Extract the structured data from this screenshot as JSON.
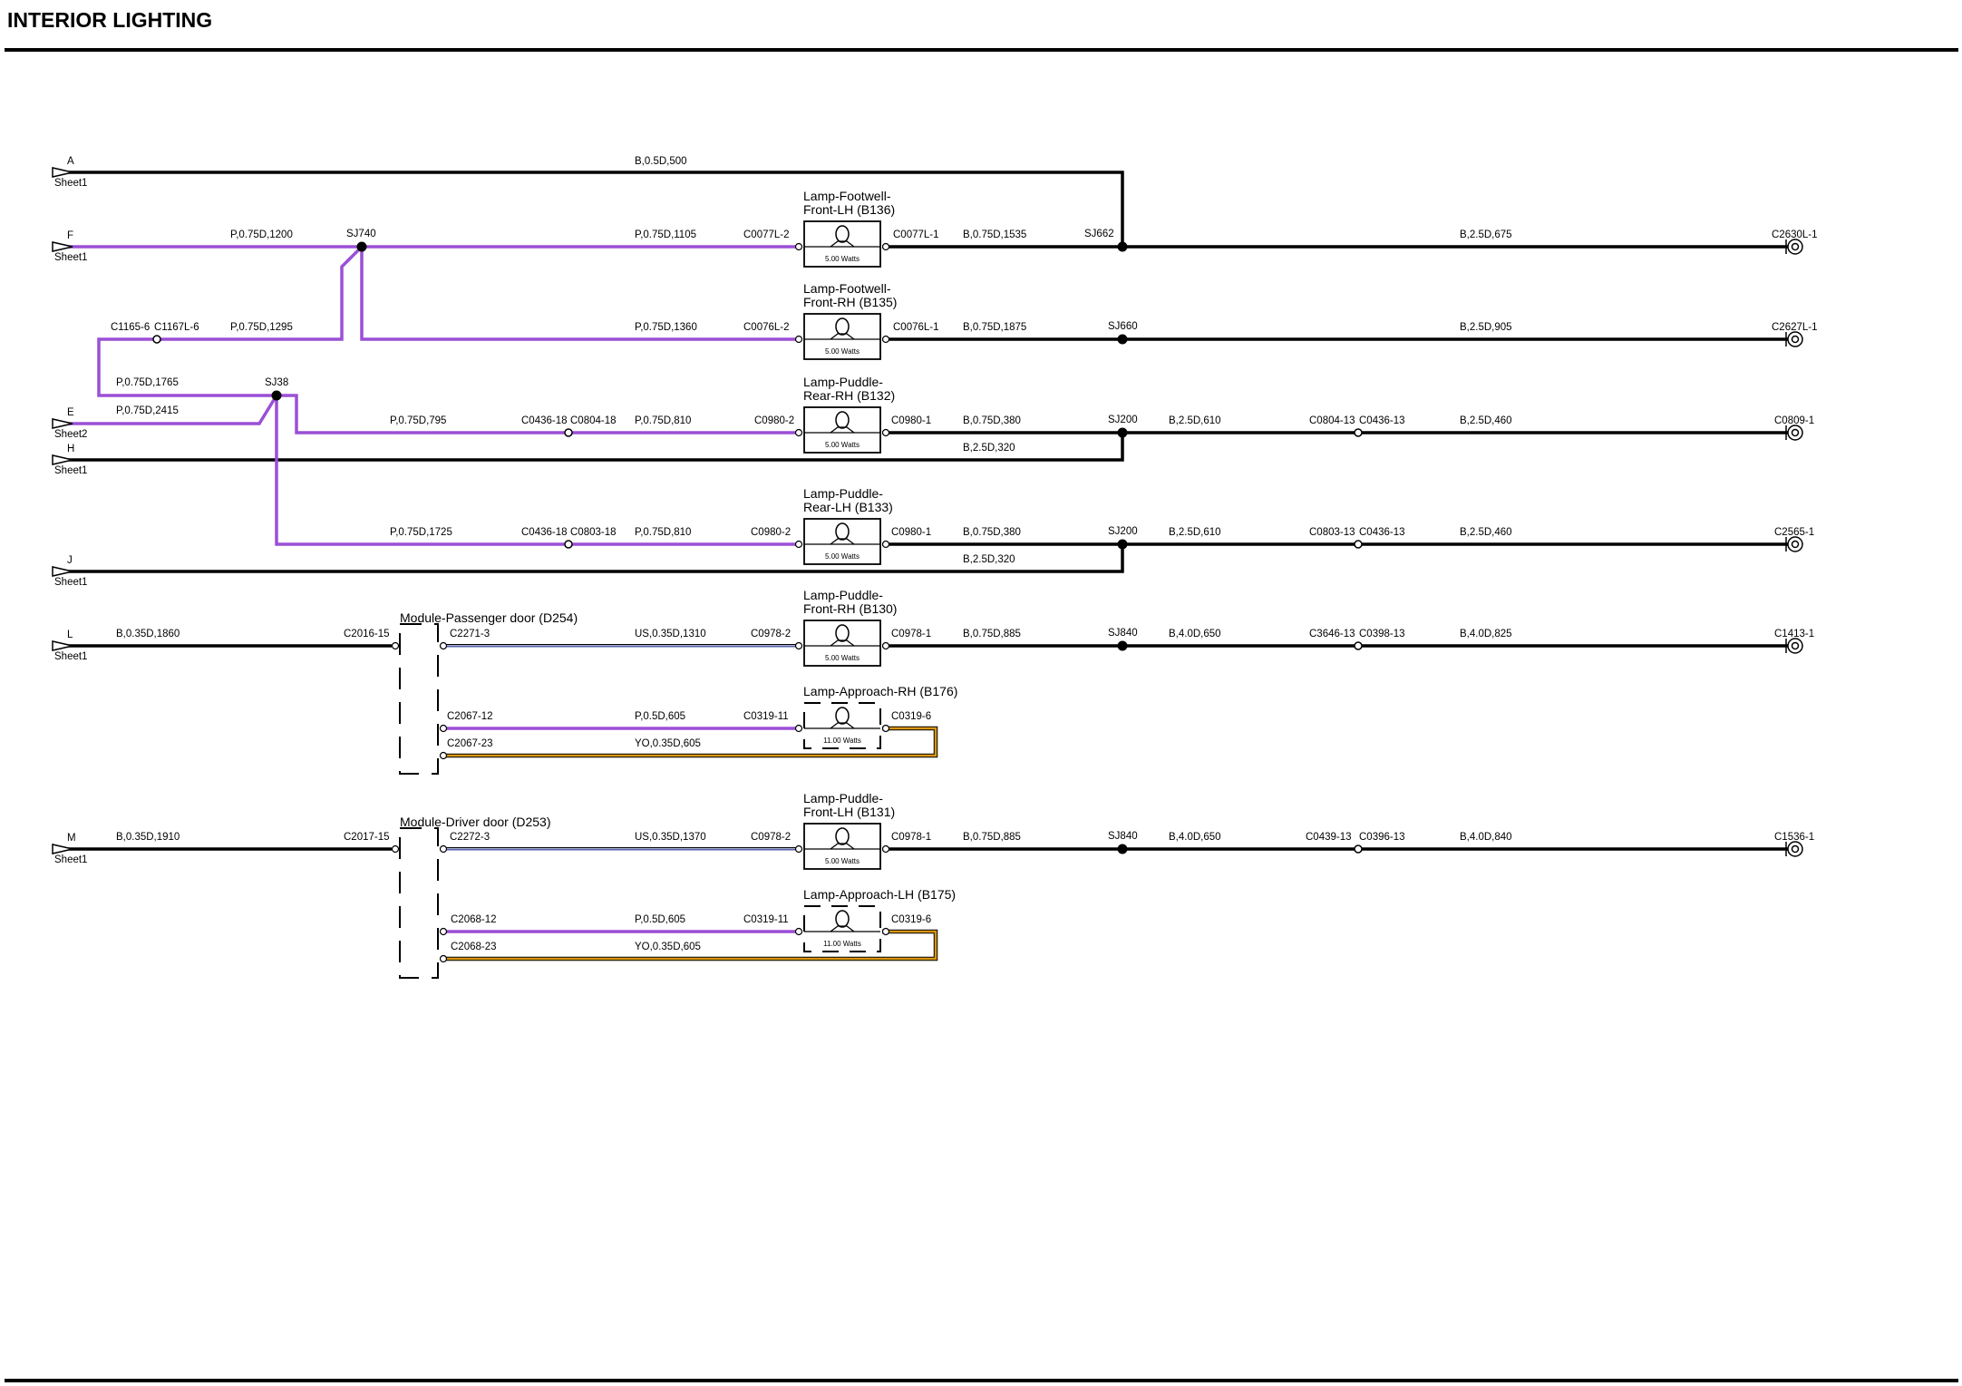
{
  "page": {
    "title": "INTERIOR LIGHTING"
  },
  "colors": {
    "black": "#000000",
    "purple": "#9b4fd6",
    "orange": "#d9960d",
    "blue_us": "#5563a8",
    "background": "#ffffff"
  },
  "sheets": {
    "A": {
      "letter": "A",
      "sheet": "Sheet1"
    },
    "F": {
      "letter": "F",
      "sheet": "Sheet1"
    },
    "E": {
      "letter": "E",
      "sheet": "Sheet2"
    },
    "H": {
      "letter": "H",
      "sheet": "Sheet1"
    },
    "J": {
      "letter": "J",
      "sheet": "Sheet1"
    },
    "L": {
      "letter": "L",
      "sheet": "Sheet1"
    },
    "M": {
      "letter": "M",
      "sheet": "Sheet1"
    }
  },
  "splices": {
    "sj740": "SJ740",
    "sj38": "SJ38",
    "sj662": "SJ662",
    "sj660": "SJ660",
    "sj200a": "SJ200",
    "sj200b": "SJ200",
    "sj840a": "SJ840",
    "sj840b": "SJ840"
  },
  "components": {
    "b136": {
      "line1": "Lamp-Footwell-",
      "line2": "Front-LH (B136)",
      "watts": "5.00 Watts"
    },
    "b135": {
      "line1": "Lamp-Footwell-",
      "line2": "Front-RH (B135)",
      "watts": "5.00 Watts"
    },
    "b132": {
      "line1": "Lamp-Puddle-",
      "line2": "Rear-RH (B132)",
      "watts": "5.00 Watts"
    },
    "b133": {
      "line1": "Lamp-Puddle-",
      "line2": "Rear-LH (B133)",
      "watts": "5.00 Watts"
    },
    "b130": {
      "line1": "Lamp-Puddle-",
      "line2": "Front-RH (B130)",
      "watts": "5.00 Watts"
    },
    "b176": {
      "line1": "Lamp-Approach-RH (B176)",
      "watts": "11.00 Watts"
    },
    "b131": {
      "line1": "Lamp-Puddle-",
      "line2": "Front-LH (B131)",
      "watts": "5.00 Watts"
    },
    "b175": {
      "line1": "Lamp-Approach-LH (B175)",
      "watts": "11.00 Watts"
    },
    "d254": {
      "name": "Module-Passenger door (D254)"
    },
    "d253": {
      "name": "Module-Driver door (D253)"
    }
  },
  "wires": {
    "a_w1": "B,0.5D,500",
    "f_w1": "P,0.75D,1200",
    "f_w2": "P,0.75D,1105",
    "f_w3": "B,0.75D,1535",
    "f_w4": "B,2.5D,675",
    "r2_w1": "P,0.75D,1295",
    "r2_w2": "P,0.75D,1360",
    "r2_w3": "B,0.75D,1875",
    "r2_w4": "B,2.5D,905",
    "r3_w1": "P,0.75D,1765",
    "r3_w2": "P,0.75D,2415",
    "r3_w3": "P,0.75D,795",
    "r3_w4": "P,0.75D,810",
    "r3_w5": "B,0.75D,380",
    "r3_w6": "B,2.5D,610",
    "r3_w7": "B,2.5D,460",
    "h_w1": "B,2.5D,320",
    "r4_w1": "P,0.75D,1725",
    "r4_w2": "P,0.75D,810",
    "r4_w3": "B,0.75D,380",
    "r4_w4": "B,2.5D,610",
    "r4_w5": "B,2.5D,460",
    "j_w1": "B,2.5D,320",
    "l_w1": "B,0.35D,1860",
    "l_w2": "US,0.35D,1310",
    "l_w3": "B,0.75D,885",
    "l_w4": "B,4.0D,650",
    "l_w5": "B,4.0D,825",
    "rh_w1": "P,0.5D,605",
    "rh_w2": "YO,0.35D,605",
    "m_w1": "B,0.35D,1910",
    "m_w2": "US,0.35D,1370",
    "m_w3": "B,0.75D,885",
    "m_w4": "B,4.0D,650",
    "m_w5": "B,4.0D,840",
    "lh_w1": "P,0.5D,605",
    "lh_w2": "YO,0.35D,605"
  },
  "connectors": {
    "f_c1": "C0077L-2",
    "f_c2": "C0077L-1",
    "f_end": "C2630L-1",
    "r2_c0a": "C1165-6",
    "r2_c0b": "C1167L-6",
    "r2_c1": "C0076L-2",
    "r2_c2": "C0076L-1",
    "r2_end": "C2627L-1",
    "r3_c1": "C0436-18",
    "r3_c2": "C0804-18",
    "r3_c3": "C0980-2",
    "r3_c4": "C0980-1",
    "r3_c5": "C0804-13",
    "r3_c6": "C0436-13",
    "r3_end": "C0809-1",
    "r4_c1": "C0436-18",
    "r4_c2": "C0803-18",
    "r4_c3": "C0980-2",
    "r4_c4": "C0980-1",
    "r4_c5": "C0803-13",
    "r4_c6": "C0436-13",
    "r4_end": "C2565-1",
    "l_c1": "C2016-15",
    "l_c2": "C2271-3",
    "l_c3": "C0978-2",
    "l_c4": "C0978-1",
    "l_c5": "C3646-13",
    "l_c6": "C0398-13",
    "l_end": "C1413-1",
    "rh_c1": "C2067-12",
    "rh_c2": "C2067-23",
    "rh_c3": "C0319-11",
    "rh_c4": "C0319-6",
    "m_c1": "C2017-15",
    "m_c2": "C2272-3",
    "m_c3": "C0978-2",
    "m_c4": "C0978-1",
    "m_c5": "C0439-13",
    "m_c6": "C0396-13",
    "m_end": "C1536-1",
    "lh_c1": "C2068-12",
    "lh_c2": "C2068-23",
    "lh_c3": "C0319-11",
    "lh_c4": "C0319-6"
  }
}
